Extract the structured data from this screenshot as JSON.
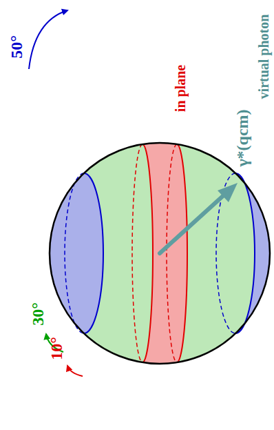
{
  "diagram": {
    "labels": [
      "50°",
      "30°",
      "10°",
      "in plane",
      "γ*(qcm)",
      "virtual photon"
    ]
  }
}
